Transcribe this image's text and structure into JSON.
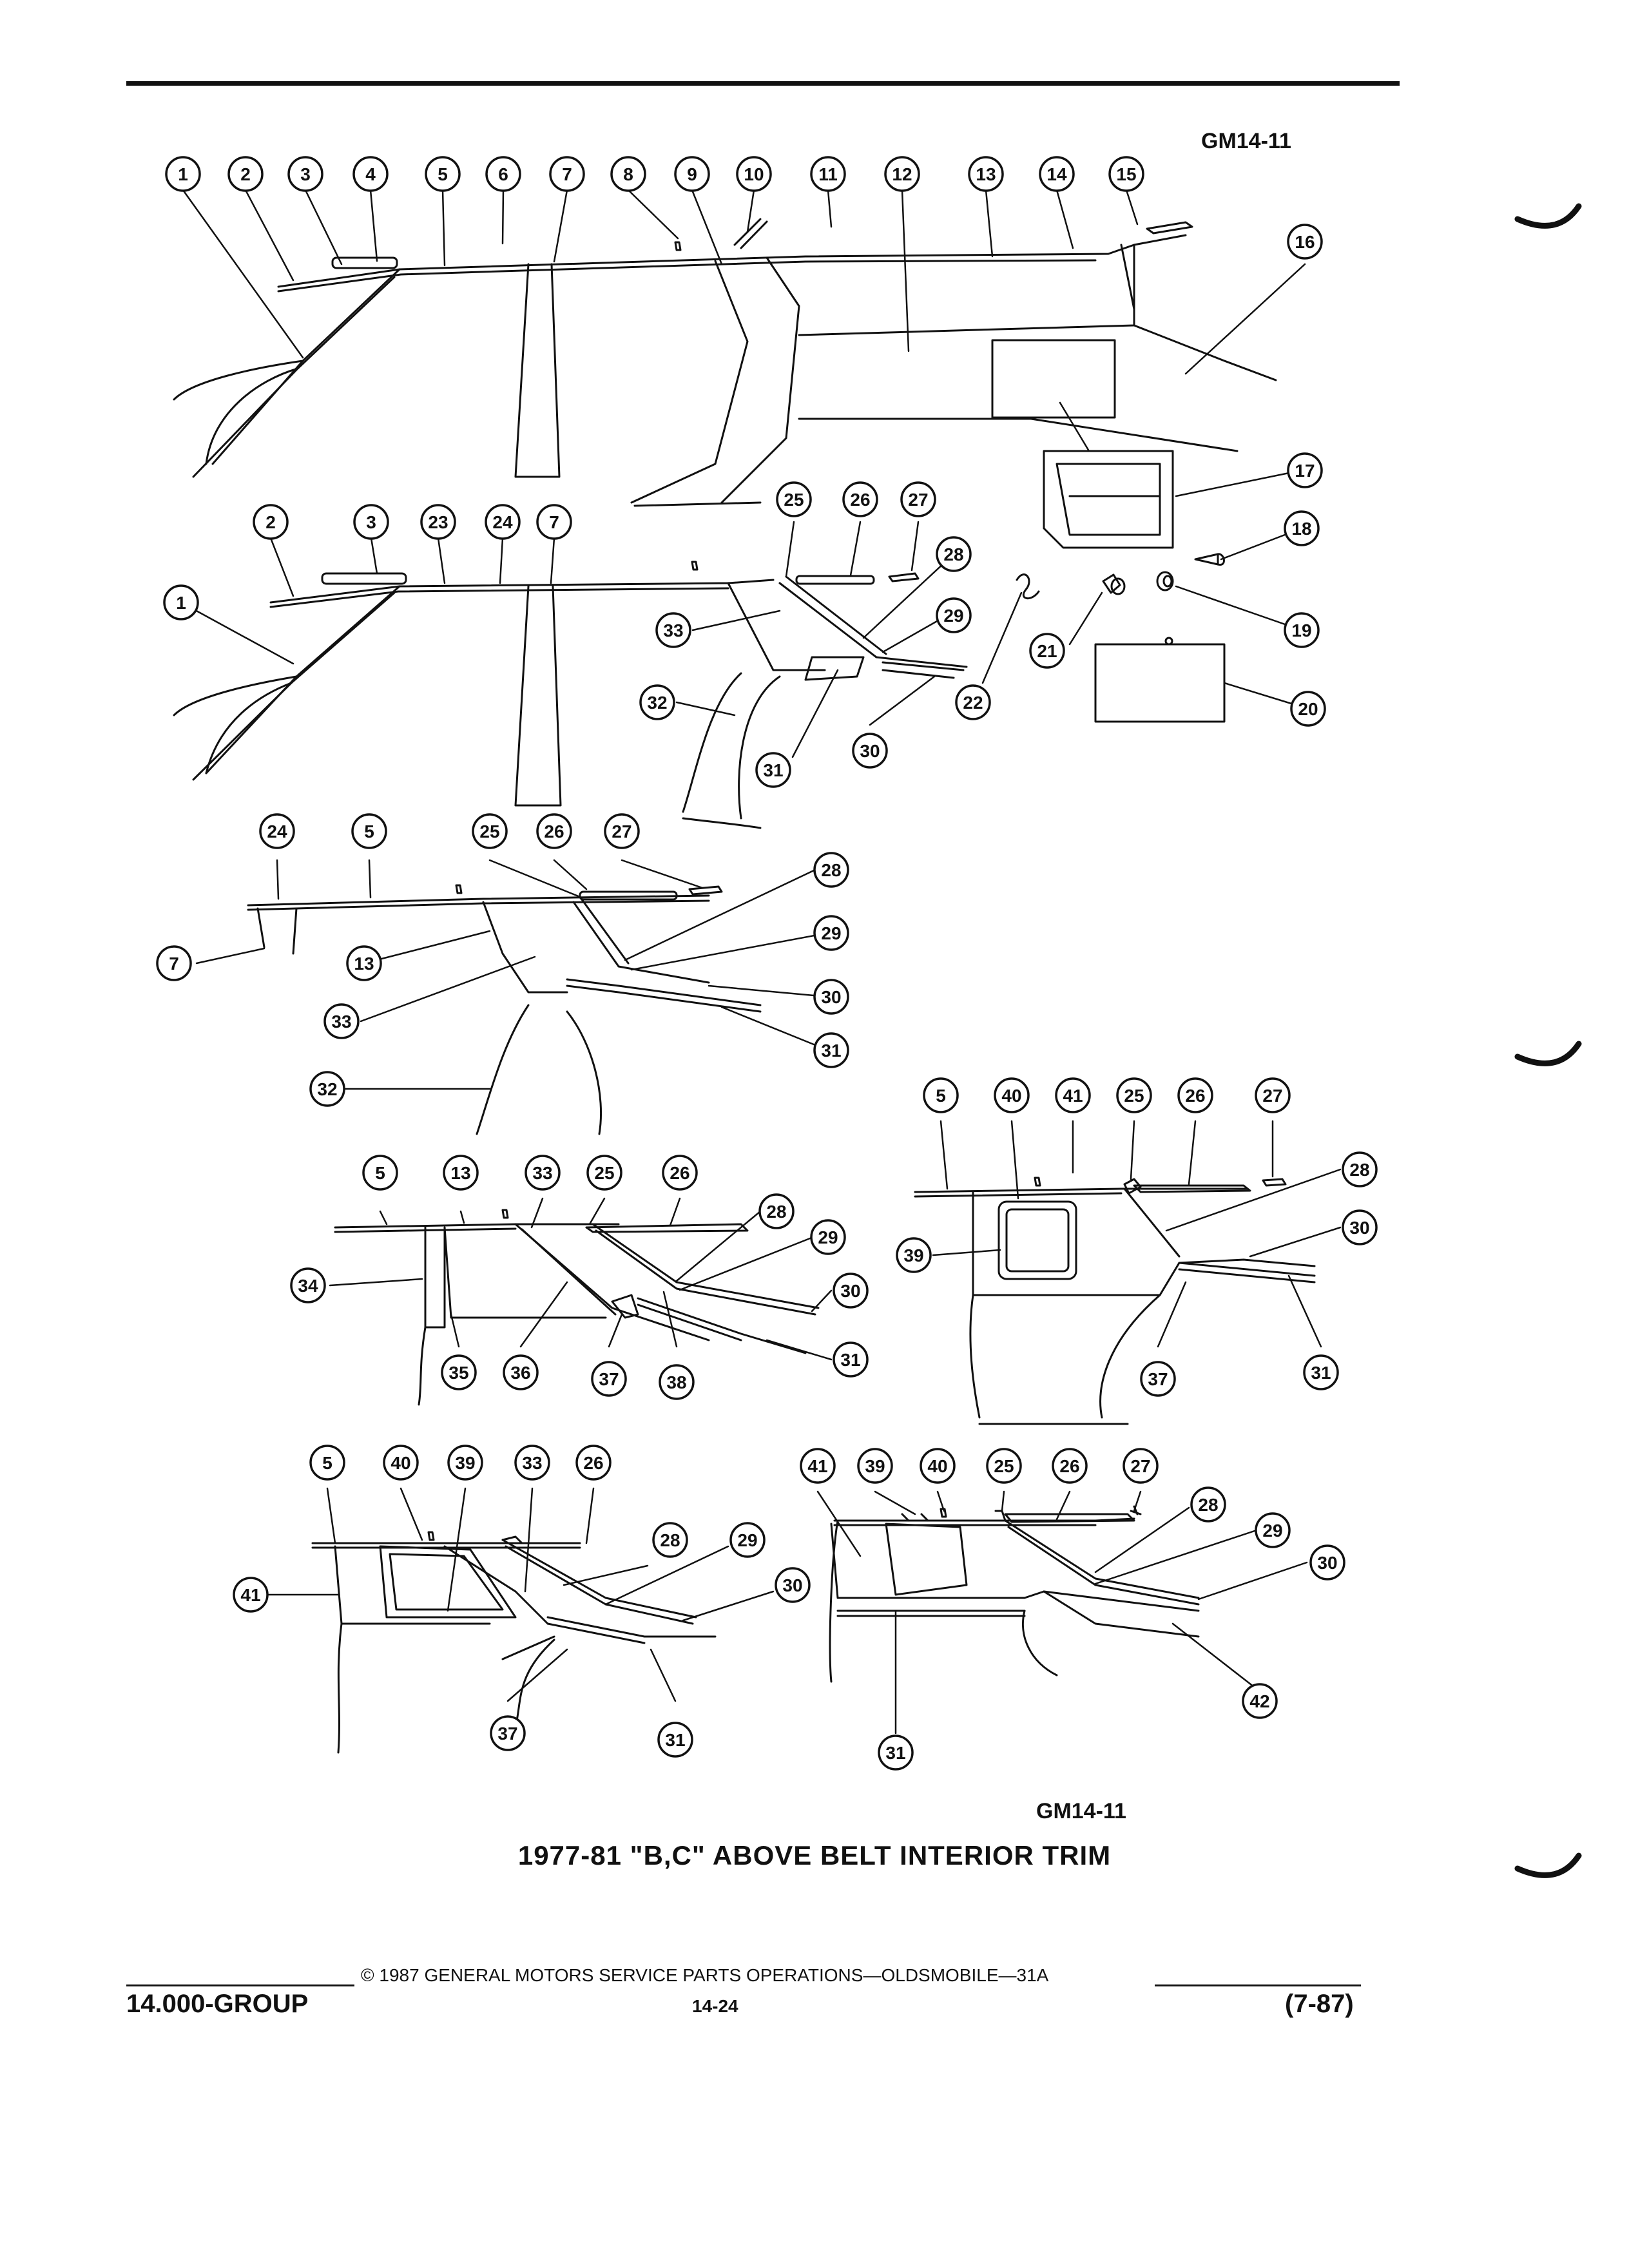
{
  "header": {
    "ref_top": "GM14-11"
  },
  "diagram": {
    "ref_bottom": "GM14-11",
    "title": "1977-81 \"B,C\" ABOVE BELT INTERIOR TRIM"
  },
  "footer": {
    "copyright": "© 1987 GENERAL MOTORS SERVICE PARTS OPERATIONS—OLDSMOBILE—31A",
    "group": "14.000-GROUP",
    "page": "14-24",
    "date": "(7-87)"
  },
  "callouts": [
    "1",
    "2",
    "3",
    "4",
    "5",
    "6",
    "7",
    "8",
    "9",
    "10",
    "11",
    "12",
    "13",
    "14",
    "15",
    "16",
    "17",
    "18",
    "19",
    "20",
    "21",
    "2",
    "3",
    "23",
    "24",
    "7",
    "1",
    "25",
    "26",
    "27",
    "28",
    "29",
    "33",
    "22",
    "32",
    "31",
    "30",
    "24",
    "5",
    "25",
    "26",
    "27",
    "7",
    "13",
    "28",
    "29",
    "33",
    "30",
    "31",
    "32",
    "5",
    "13",
    "33",
    "25",
    "26",
    "28",
    "29",
    "34",
    "30",
    "35",
    "36",
    "37",
    "38",
    "31",
    "5",
    "40",
    "41",
    "25",
    "26",
    "27",
    "28",
    "39",
    "30",
    "37",
    "31",
    "5",
    "40",
    "39",
    "33",
    "26",
    "28",
    "29",
    "41",
    "30",
    "37",
    "31",
    "41",
    "39",
    "40",
    "25",
    "26",
    "27",
    "28",
    "29",
    "30",
    "42",
    "31"
  ]
}
